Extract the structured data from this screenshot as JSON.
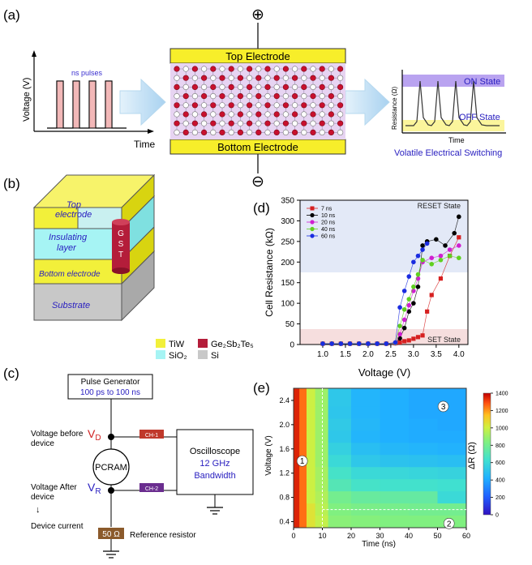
{
  "panel_labels": [
    "(a)",
    "(b)",
    "(c)",
    "(d)",
    "(e)"
  ],
  "panel_a": {
    "plus_symbol": "⊕",
    "minus_symbol": "⊖",
    "ns_pulses": "ns pulses",
    "voltage_axis": "Voltage (V)",
    "time_axis": "Time",
    "top_electrode": "Top Electrode",
    "bottom_electrode": "Bottom Electrode",
    "resistance_axis": "Resistance (Ω)",
    "time_axis_right": "Time",
    "on_state": "ON State",
    "off_state": "OFF State",
    "switching_caption": "Volatile Electrical Switching",
    "colors": {
      "electrode": "#f7ee2a",
      "pulse": "#f2b8b8",
      "on_band": "#b9a3f0",
      "off_band": "#fbf59c",
      "arrow": "#c9e3f7",
      "atom_red": "#c8102e",
      "lattice_bg": "#e7d4f2"
    }
  },
  "panel_b": {
    "top_electrode": [
      "Top",
      "electrode"
    ],
    "insulating": [
      "Insulating",
      "layer"
    ],
    "gst": [
      "G",
      "S",
      "T"
    ],
    "bottom_electrode": "Bottom electrode",
    "substrate": "Substrate",
    "legend": [
      {
        "label": "TiW",
        "color": "#f2f03a"
      },
      {
        "label": "Ge₂Sb₂Te₅",
        "color": "#b41d3a"
      },
      {
        "label": "SiO₂",
        "color": "#a6f4f4"
      },
      {
        "label": "Si",
        "color": "#c8c8c8"
      }
    ]
  },
  "panel_c": {
    "pulse_generator": "Pulse Generator",
    "pulse_range": "100 ps to 100 ns",
    "voltage_before": [
      "Voltage before",
      "device"
    ],
    "vd": "V",
    "vd_sub": "D",
    "ch1": "CH-1",
    "oscilloscope": "Oscilloscope",
    "osc_freq": "12 GHz",
    "osc_bw": "Bandwidth",
    "pcram": "PCRAM",
    "voltage_after": [
      "Voltage After",
      "device"
    ],
    "vr": "V",
    "vr_sub": "R",
    "ch2": "CH-2",
    "arrow_down": "↓",
    "device_current": "Device current",
    "resistor_value": "50 Ω",
    "reference_resistor": "Reference resistor"
  },
  "chart_data": [
    {
      "type": "scatter",
      "title": "",
      "xlabel": "Voltage (V)",
      "ylabel": "Cell Resistance (kΩ)",
      "xlim": [
        0.5,
        4.2
      ],
      "ylim": [
        0,
        350
      ],
      "xticks": [
        "1.0",
        "1.5",
        "2.0",
        "2.5",
        "3.0",
        "3.5",
        "4.0"
      ],
      "yticks": [
        "0",
        "50",
        "100",
        "150",
        "200",
        "250",
        "300",
        "350"
      ],
      "legend_position": "top-left",
      "annotations": [
        "RESET State",
        "SET State"
      ],
      "series": [
        {
          "name": "7 ns",
          "color": "#d62020",
          "marker": "square",
          "x": [
            1.0,
            1.2,
            1.4,
            1.6,
            1.8,
            2.0,
            2.2,
            2.4,
            2.6,
            2.7,
            2.8,
            2.9,
            3.0,
            3.1,
            3.2,
            3.3,
            3.4,
            3.6,
            3.8,
            4.0
          ],
          "y": [
            2,
            2,
            2,
            2,
            2,
            2,
            2,
            2,
            3,
            5,
            8,
            10,
            14,
            18,
            22,
            80,
            120,
            160,
            215,
            260
          ]
        },
        {
          "name": "10 ns",
          "color": "#000000",
          "marker": "circle",
          "x": [
            1.0,
            1.2,
            1.4,
            1.6,
            1.8,
            2.0,
            2.2,
            2.4,
            2.6,
            2.7,
            2.8,
            2.9,
            3.0,
            3.1,
            3.2,
            3.3,
            3.5,
            3.7,
            3.9,
            4.0
          ],
          "y": [
            2,
            2,
            2,
            2,
            2,
            2,
            2,
            2,
            3,
            15,
            40,
            80,
            100,
            140,
            240,
            250,
            255,
            240,
            270,
            310
          ]
        },
        {
          "name": "20 ns",
          "color": "#d020d0",
          "marker": "circle",
          "x": [
            1.0,
            1.2,
            1.4,
            1.6,
            1.8,
            2.0,
            2.2,
            2.4,
            2.6,
            2.7,
            2.8,
            2.9,
            3.0,
            3.1,
            3.2,
            3.4,
            3.6,
            3.8,
            4.0
          ],
          "y": [
            2,
            2,
            2,
            2,
            2,
            2,
            2,
            2,
            3,
            25,
            60,
            95,
            130,
            160,
            200,
            210,
            215,
            230,
            240
          ]
        },
        {
          "name": "40 ns",
          "color": "#60d020",
          "marker": "circle",
          "x": [
            1.0,
            1.2,
            1.4,
            1.6,
            1.8,
            2.0,
            2.2,
            2.4,
            2.6,
            2.7,
            2.8,
            2.9,
            3.0,
            3.1,
            3.2,
            3.4,
            3.6,
            3.8,
            4.0
          ],
          "y": [
            2,
            2,
            2,
            2,
            2,
            2,
            2,
            2,
            4,
            45,
            85,
            110,
            140,
            170,
            205,
            195,
            205,
            215,
            210
          ]
        },
        {
          "name": "60 ns",
          "color": "#1a2ce0",
          "marker": "circle",
          "x": [
            1.0,
            1.2,
            1.4,
            1.6,
            1.8,
            2.0,
            2.2,
            2.4,
            2.6,
            2.7,
            2.8,
            2.9,
            3.0,
            3.1,
            3.2,
            3.3
          ],
          "y": [
            2,
            2,
            2,
            2,
            2,
            2,
            2,
            2,
            5,
            90,
            130,
            165,
            200,
            215,
            230,
            245
          ]
        }
      ]
    },
    {
      "type": "heatmap",
      "title": "",
      "xlabel": "Time (ns)",
      "ylabel": "Voltage (V)",
      "colorbar_label": "ΔR (Ω)",
      "xlim": [
        0,
        60
      ],
      "ylim": [
        0.3,
        2.6
      ],
      "xticks": [
        "0",
        "10",
        "20",
        "30",
        "40",
        "50",
        "60"
      ],
      "yticks": [
        "0.4",
        "0.8",
        "1.2",
        "1.6",
        "2.0",
        "2.4"
      ],
      "colorbar_ticks": [
        "0",
        "200",
        "400",
        "600",
        "800",
        "1000",
        "1200",
        "1400"
      ],
      "colorbar_range": [
        0,
        1400
      ],
      "region_markers": [
        "1",
        "2",
        "3"
      ],
      "rows_voltage": [
        2.4,
        2.2,
        2.0,
        1.8,
        1.6,
        1.4,
        1.2,
        1.0,
        0.8,
        0.6,
        0.4
      ],
      "cols_time": [
        1,
        3,
        6,
        9,
        15,
        25,
        35,
        45,
        55
      ],
      "delta_r": [
        [
          1350,
          1250,
          1000,
          900,
          520,
          440,
          420,
          400,
          400
        ],
        [
          1350,
          1250,
          1000,
          900,
          510,
          440,
          420,
          400,
          400
        ],
        [
          1350,
          1250,
          1000,
          900,
          530,
          450,
          420,
          410,
          400
        ],
        [
          1350,
          1250,
          1000,
          900,
          520,
          440,
          420,
          410,
          410
        ],
        [
          1350,
          1250,
          1000,
          900,
          560,
          480,
          450,
          440,
          430
        ],
        [
          1350,
          1250,
          1000,
          900,
          600,
          520,
          500,
          490,
          480
        ],
        [
          1350,
          1250,
          1000,
          920,
          650,
          600,
          590,
          580,
          570
        ],
        [
          1350,
          1250,
          1000,
          920,
          700,
          650,
          640,
          640,
          630
        ],
        [
          1350,
          1250,
          1000,
          940,
          800,
          760,
          750,
          750,
          600
        ],
        [
          1350,
          1250,
          1050,
          960,
          840,
          820,
          810,
          800,
          800
        ],
        [
          1350,
          1250,
          1050,
          980,
          860,
          850,
          840,
          840,
          840
        ]
      ]
    }
  ]
}
